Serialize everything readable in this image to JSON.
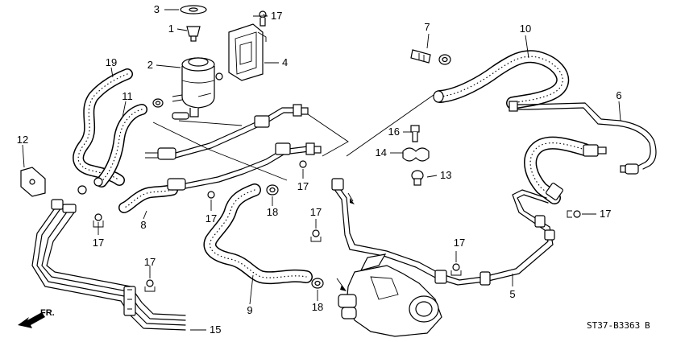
{
  "diagram": {
    "callouts": {
      "c1": "1",
      "c2": "2",
      "c3": "3",
      "c4": "4",
      "c5": "5",
      "c6": "6",
      "c7": "7",
      "c8": "8",
      "c9": "9",
      "c10": "10",
      "c11": "11",
      "c12": "12",
      "c13": "13",
      "c14": "14",
      "c15": "15",
      "c16": "16",
      "c17a": "17",
      "c17b": "17",
      "c17c": "17",
      "c17d": "17",
      "c17e": "17",
      "c17f": "17",
      "c17g": "17",
      "c17h": "17",
      "c18a": "18",
      "c18b": "18",
      "c19": "19"
    },
    "direction_label": "FR.",
    "drawing_code": "ST37-B3363",
    "drawing_suffix": "B"
  }
}
